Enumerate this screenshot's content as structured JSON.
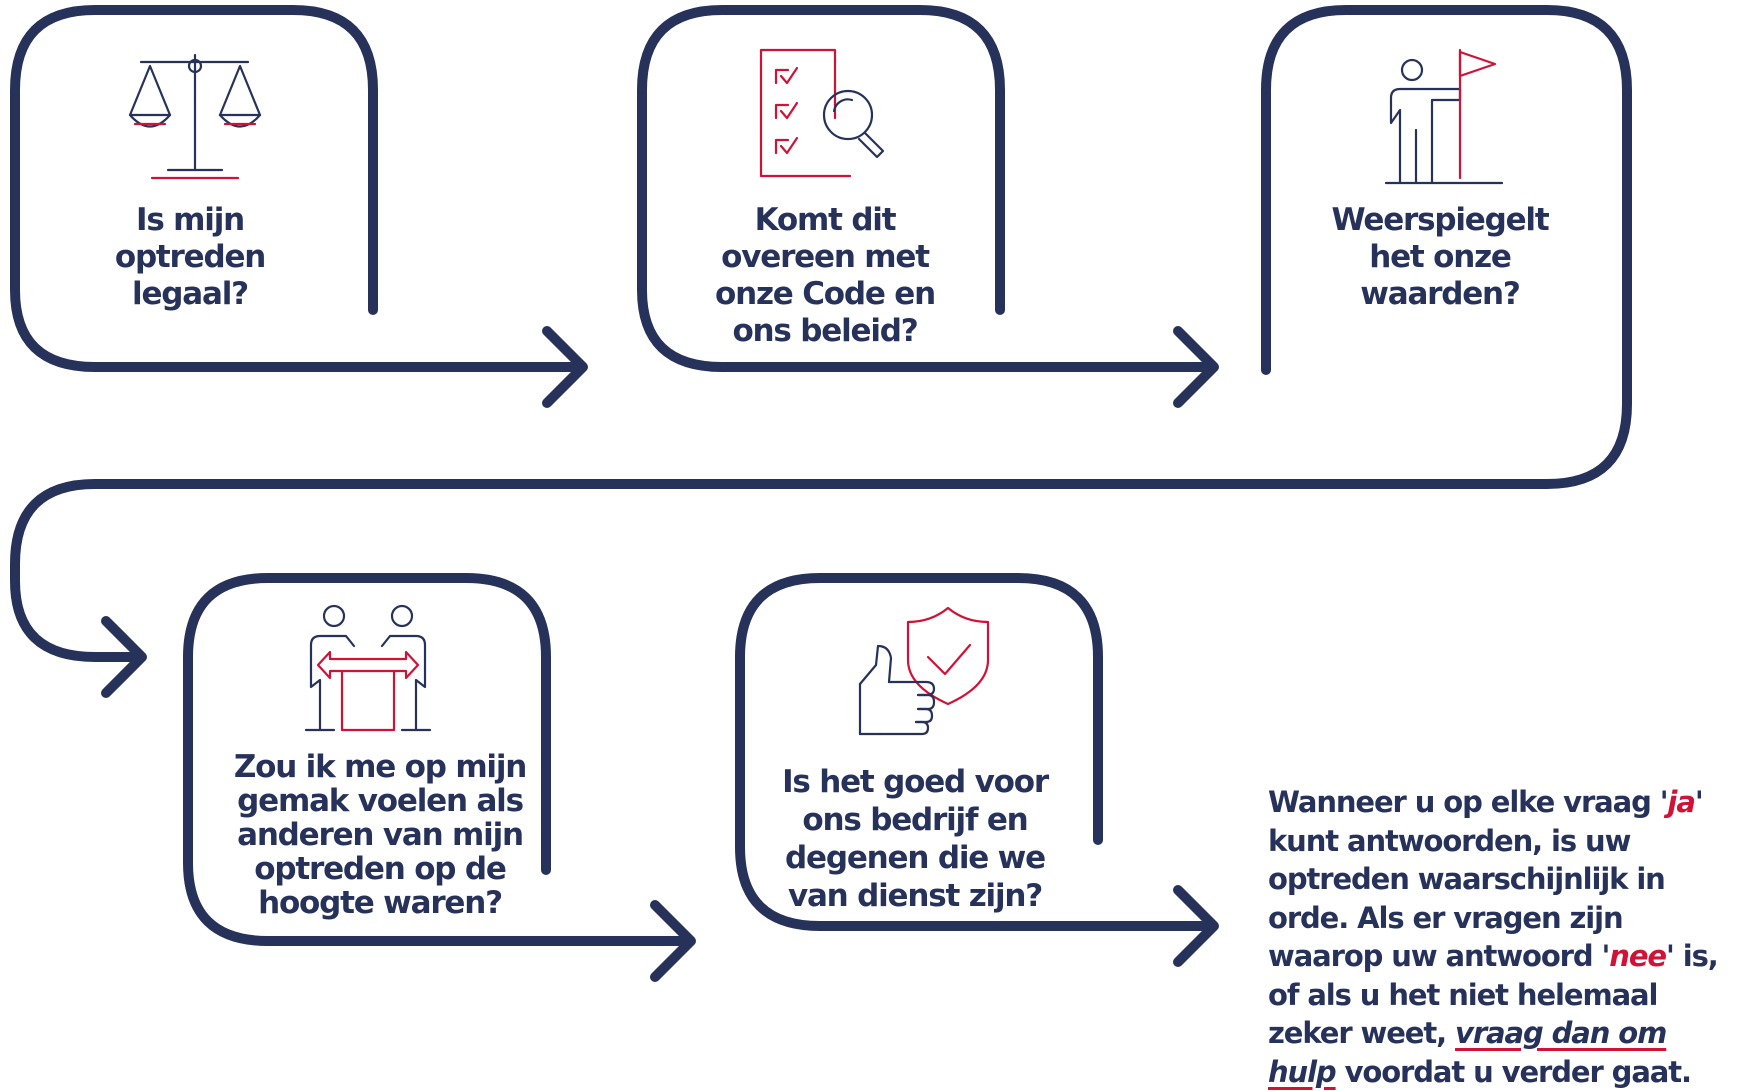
{
  "colors": {
    "navy": "#26325a",
    "red": "#d01237"
  },
  "steps": [
    {
      "icon": "scales-icon",
      "question": "Is mijn optreden legaal?"
    },
    {
      "icon": "checklist-search-icon",
      "question": "Komt dit overeen met onze Code en ons beleid?"
    },
    {
      "icon": "person-flag-icon",
      "question": "Weerspiegelt het onze waarden?"
    },
    {
      "icon": "people-exchange-icon",
      "question": "Zou ik me op mijn gemak voelen als anderen van mijn optreden op de hoogte waren?"
    },
    {
      "icon": "thumbs-up-shield-icon",
      "question": "Is het goed voor ons bedrijf en degenen die we van dienst zijn?"
    }
  ],
  "conclusion": {
    "t1": "Wanneer u op elke vraag '",
    "yes": "ja",
    "t2": "' kunt antwoorden, is uw optreden waarschijnlijk in orde. Als er vragen zijn waarop uw antwoord '",
    "no": "nee",
    "t3": "' is, of als u het niet helemaal zeker weet, ",
    "help_link": "vraag dan om hulp",
    "t4": " voordat u verder gaat."
  }
}
